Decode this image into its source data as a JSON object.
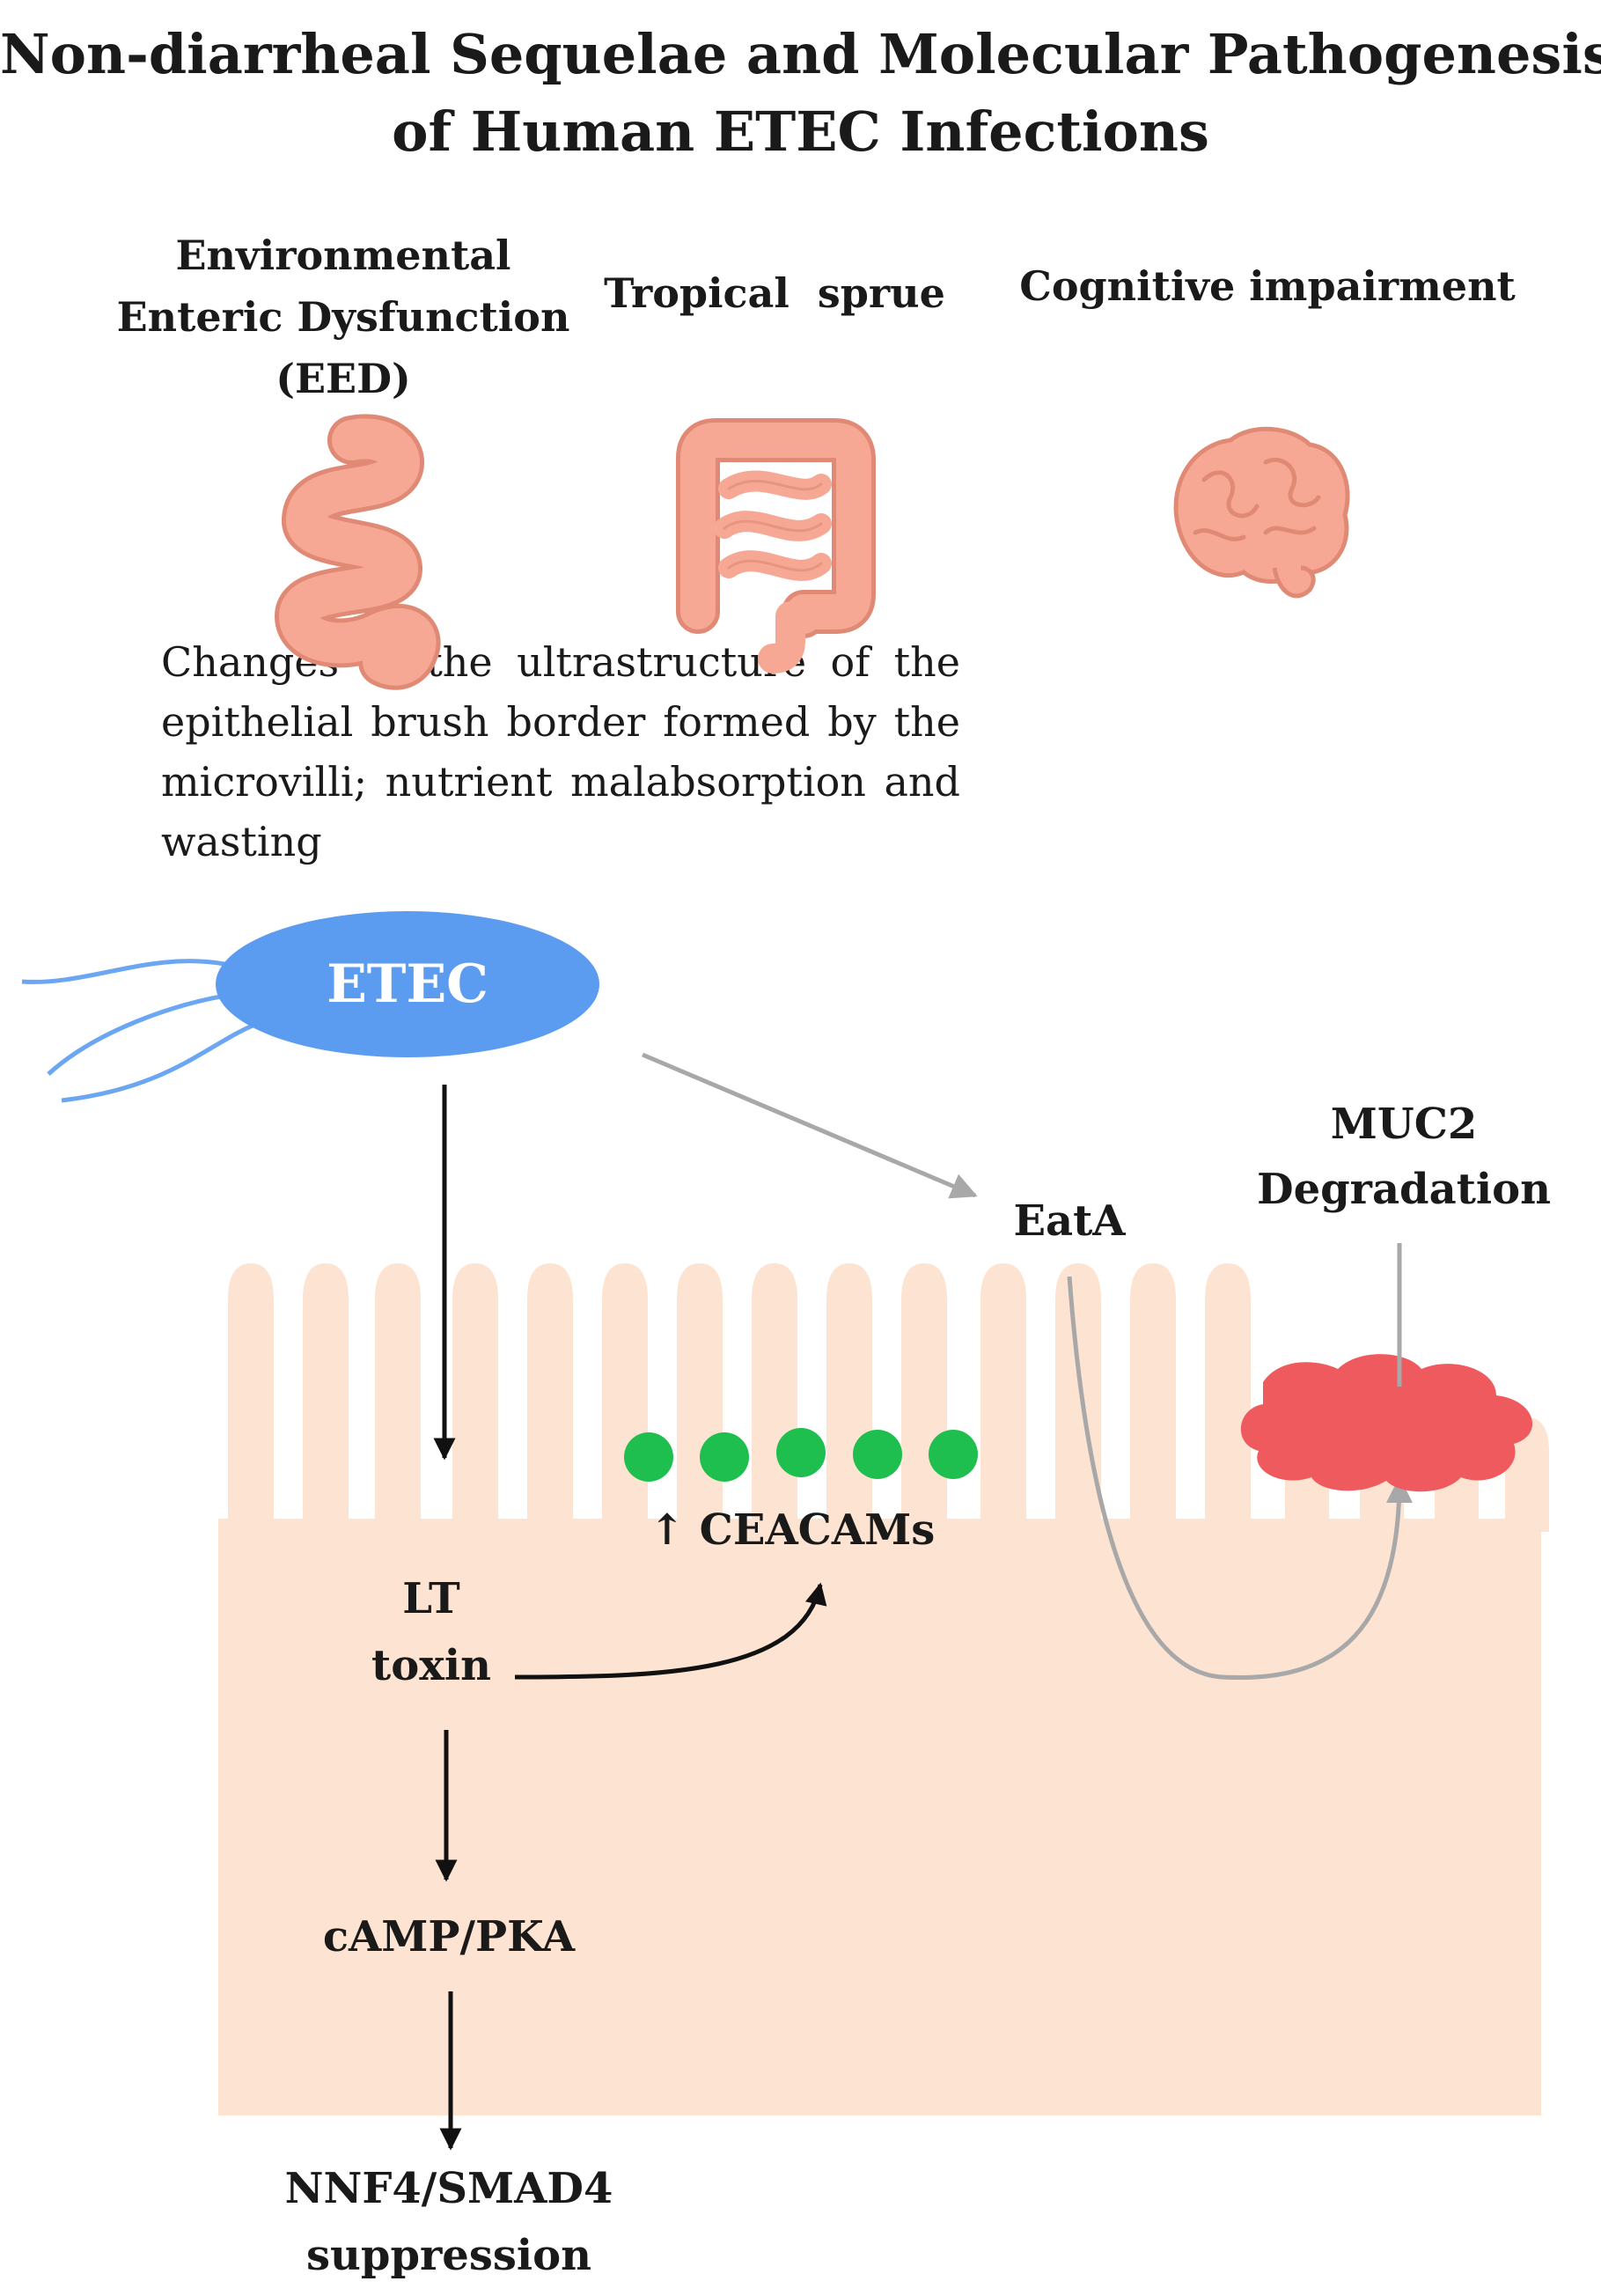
{
  "title": {
    "line1": "Non-diarrheal Sequelae and Molecular Pathogenesis",
    "line2": "of Human ETEC Infections"
  },
  "conditions": [
    {
      "lines": [
        "Environmental",
        "Enteric Dysfunction",
        "(EED)"
      ],
      "icon": "small-intestine-icon"
    },
    {
      "lines": [
        "Tropical  sprue"
      ],
      "icon": "large-intestine-icon"
    },
    {
      "lines": [
        "Cognitive impairment"
      ],
      "icon": "brain-icon"
    }
  ],
  "description": "Changes in the ultrastructure of the epithelial brush border formed by the microvilli; nutrient malabsorption and wasting",
  "pathogen": {
    "label": "ETEC"
  },
  "pathway": {
    "eata": "EatA",
    "muc2_line1": "MUC2",
    "muc2_line2": "Degradation",
    "ceacams": "↑ CEACAMs",
    "lt_line1": "LT",
    "lt_line2": "toxin",
    "camp": "cAMP/PKA",
    "nnf4_line1": "NNF4/SMAD4",
    "nnf4_line2": "suppression"
  },
  "colors": {
    "etec": "#5b9bf0",
    "tissue": "#fde3d2",
    "ceacam_dot": "#1fbf4f",
    "mucin": "#ee5a5e",
    "organ": "#f6a894",
    "gray_arrow": "#a8a8a8"
  }
}
